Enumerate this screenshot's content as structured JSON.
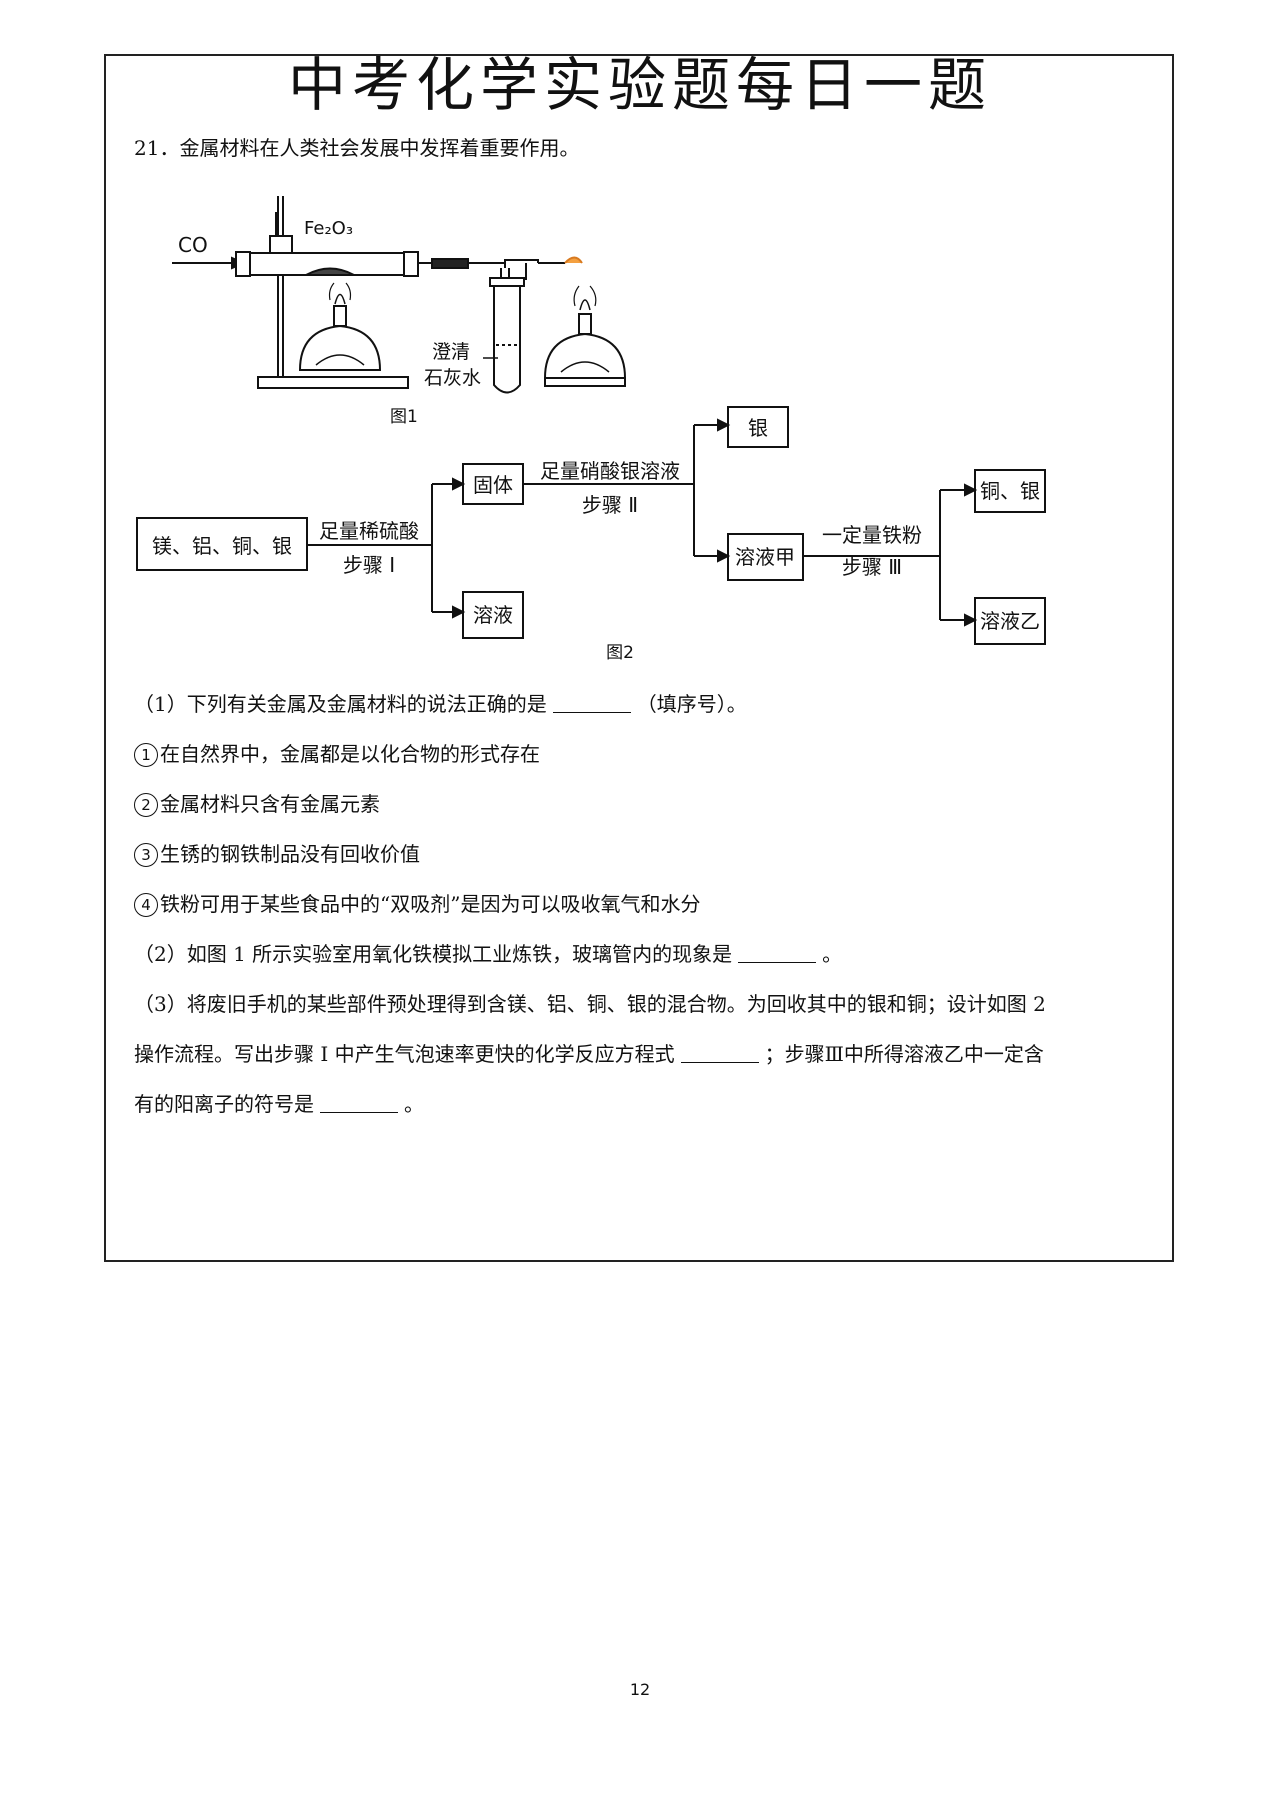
{
  "header": {
    "title": "中考化学实验题每日一题"
  },
  "question": {
    "stem": "21．金属材料在人类社会发展中发挥着重要作用。",
    "figure1": {
      "co_label": "CO",
      "fe2o3_label": "Fe₂O₃",
      "limewater_label_1": "澄清",
      "limewater_label_2": "石灰水",
      "caption": "图1"
    },
    "figure2": {
      "start_box": "镁、铝、铜、银",
      "step1_reagent": "足量稀硫酸",
      "step1_label": "步骤 Ⅰ",
      "solid_box": "固体",
      "solution_box": "溶液",
      "step2_reagent": "足量硝酸银溶液",
      "step2_label": "步骤 Ⅱ",
      "silver_box": "银",
      "solution_a_box": "溶液甲",
      "step3_reagent": "一定量铁粉",
      "step3_label": "步骤 Ⅲ",
      "cu_ag_box": "铜、银",
      "solution_b_box": "溶液乙",
      "caption": "图2"
    },
    "part1": {
      "prompt_before": "（1）下列有关金属及金属材料的说法正确的是",
      "prompt_after": "（填序号）。",
      "options": [
        {
          "num": "1",
          "text": "在自然界中，金属都是以化合物的形式存在"
        },
        {
          "num": "2",
          "text": "金属材料只含有金属元素"
        },
        {
          "num": "3",
          "text": "生锈的钢铁制品没有回收价值"
        },
        {
          "num": "4",
          "text": "铁粉可用于某些食品中的“双吸剂”是因为可以吸收氧气和水分"
        }
      ]
    },
    "part2": {
      "prompt_before": "（2）如图 1 所示实验室用氧化铁模拟工业炼铁，玻璃管内的现象是",
      "prompt_after": "。"
    },
    "part3": {
      "line1": "（3）将废旧手机的某些部件预处理得到含镁、铝、铜、银的混合物。为回收其中的银和铜；设计如图 2",
      "line2_before": "操作流程。写出步骤 Ⅰ 中产生气泡速率更快的化学反应方程式",
      "line2_after": "；步骤Ⅲ中所得溶液乙中一定含",
      "line3_before": "有的阳离子的符号是",
      "line3_after": "。"
    }
  },
  "footer": {
    "page_number": "12"
  }
}
